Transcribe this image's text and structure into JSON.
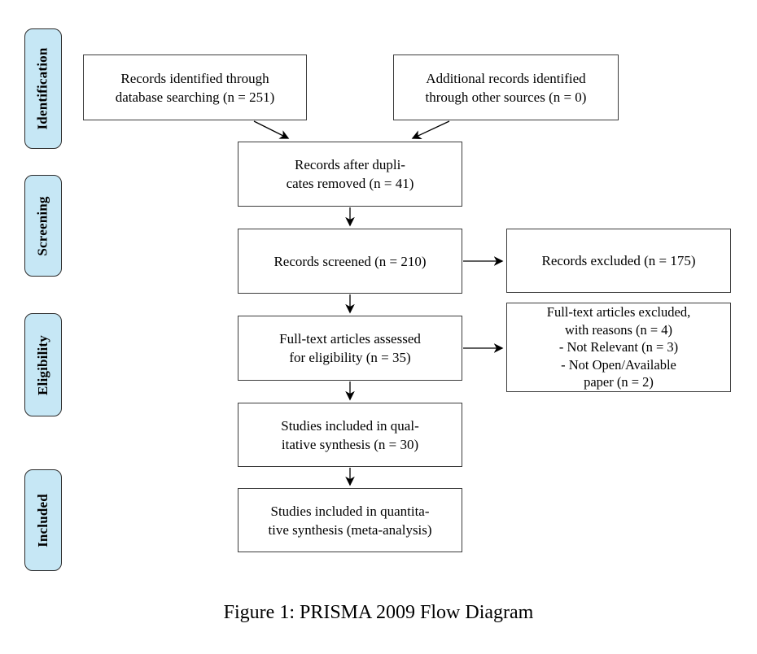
{
  "figure": {
    "caption": "Figure 1: PRISMA 2009 Flow Diagram"
  },
  "colors": {
    "stage_fill": "#c6e7f5",
    "stage_border": "#2b2b2b",
    "box_border": "#3c3c3c",
    "arrow": "#000000",
    "text": "#000000",
    "background": "#ffffff"
  },
  "sidebar": {
    "stages": [
      {
        "label": "Identification"
      },
      {
        "label": "Screening"
      },
      {
        "label": "Eligibility"
      },
      {
        "label": "Included"
      }
    ]
  },
  "diagram": {
    "boxes": {
      "records_identified": {
        "lines": [
          "Records identified through",
          "database searching (n = 251)"
        ]
      },
      "additional_records": {
        "lines": [
          "Additional records identified",
          "through other sources (n = 0)"
        ]
      },
      "duplicates_removed": {
        "lines": [
          "Records after dupli-",
          "cates removed (n = 41)"
        ]
      },
      "records_screened": {
        "lines": [
          "Records screened (n = 210)"
        ]
      },
      "records_excluded": {
        "lines": [
          "Records excluded (n = 175)"
        ]
      },
      "fulltext_assessed": {
        "lines": [
          "Full-text articles assessed",
          "for eligibility (n = 35)"
        ]
      },
      "fulltext_excluded": {
        "lines": [
          "Full-text articles excluded,",
          "with reasons (n = 4)",
          "- Not Relevant (n = 3)",
          "- Not Open/Available",
          "paper (n = 2)"
        ]
      },
      "qualitative_synthesis": {
        "lines": [
          "Studies included in qual-",
          "itative synthesis (n = 30)"
        ]
      },
      "quantitative_synthesis": {
        "lines": [
          "Studies included in quantita-",
          "tive synthesis (meta-analysis)"
        ]
      }
    },
    "counts": {
      "identified": 251,
      "additional_sources": 0,
      "after_duplicates": 41,
      "screened": 210,
      "excluded": 175,
      "fulltext_assessed": 35,
      "fulltext_excluded": 4,
      "not_relevant": 3,
      "not_open_available": 2,
      "qualitative": 30
    }
  }
}
